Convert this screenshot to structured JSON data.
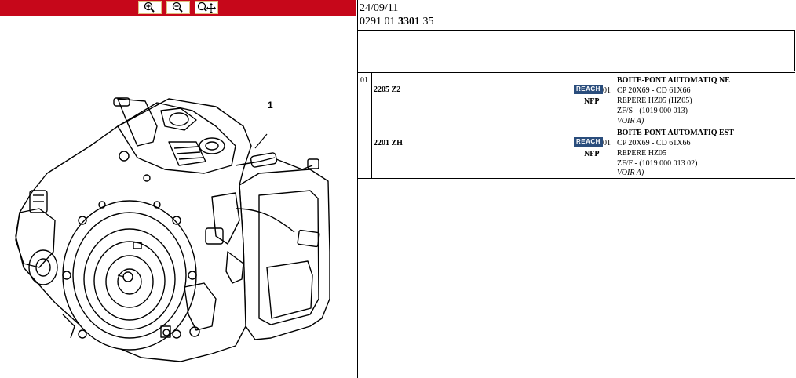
{
  "toolbar": {
    "buttons": [
      {
        "name": "zoom-in",
        "label": "+"
      },
      {
        "name": "zoom-out",
        "label": "-"
      },
      {
        "name": "zoom-pan",
        "label": "zoom-move"
      }
    ],
    "color": "#c6071a"
  },
  "drawing": {
    "callout": "1"
  },
  "header": {
    "date": "24/09/11",
    "ref_part1": "0291 01 ",
    "ref_bold": "3301",
    "ref_part2": " 35"
  },
  "table": {
    "position": "01",
    "rows": [
      {
        "code": "2205 Z2",
        "badge": "REACH",
        "nfp": "NFP",
        "qty": "01",
        "desc": [
          "BOITE-PONT AUTOMATIQ NE",
          "CP 20X69 - CD 61X66",
          "REPERE HZ05 (HZ05)",
          "ZF/S - (1019 000 013)",
          "VOIR A)"
        ]
      },
      {
        "code": "2201 ZH",
        "badge": "REACH",
        "nfp": "NFP",
        "qty": "01",
        "desc": [
          "BOITE-PONT AUTOMATIQ EST",
          "CP 20X69 - CD 61X66",
          "REPERE HZ05",
          "ZF/F - (1019 000 013 02)",
          "VOIR A)"
        ]
      }
    ]
  }
}
